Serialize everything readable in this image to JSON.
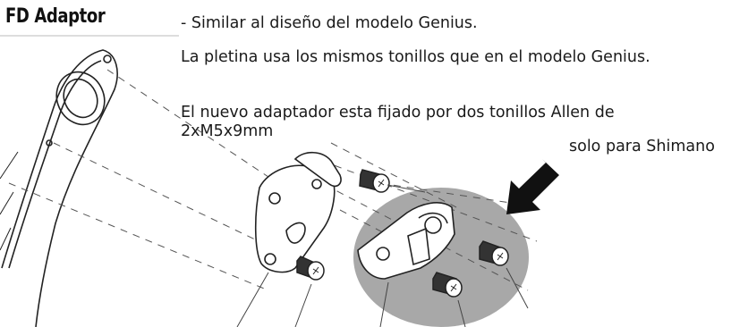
{
  "header": {
    "title": "FD Adaptor"
  },
  "notes": {
    "line1": "-  Similar al diseño del modelo Genius.",
    "line2": "La pletina usa los mismos tonillos que en el modelo Genius.",
    "line3": "El nuevo adaptador esta fijado por dos tonillos Allen de 2xM5x9mm"
  },
  "callout": {
    "label": "solo para Shimano"
  },
  "colors": {
    "highlight": "#a8a8a8",
    "line": "#222222"
  }
}
